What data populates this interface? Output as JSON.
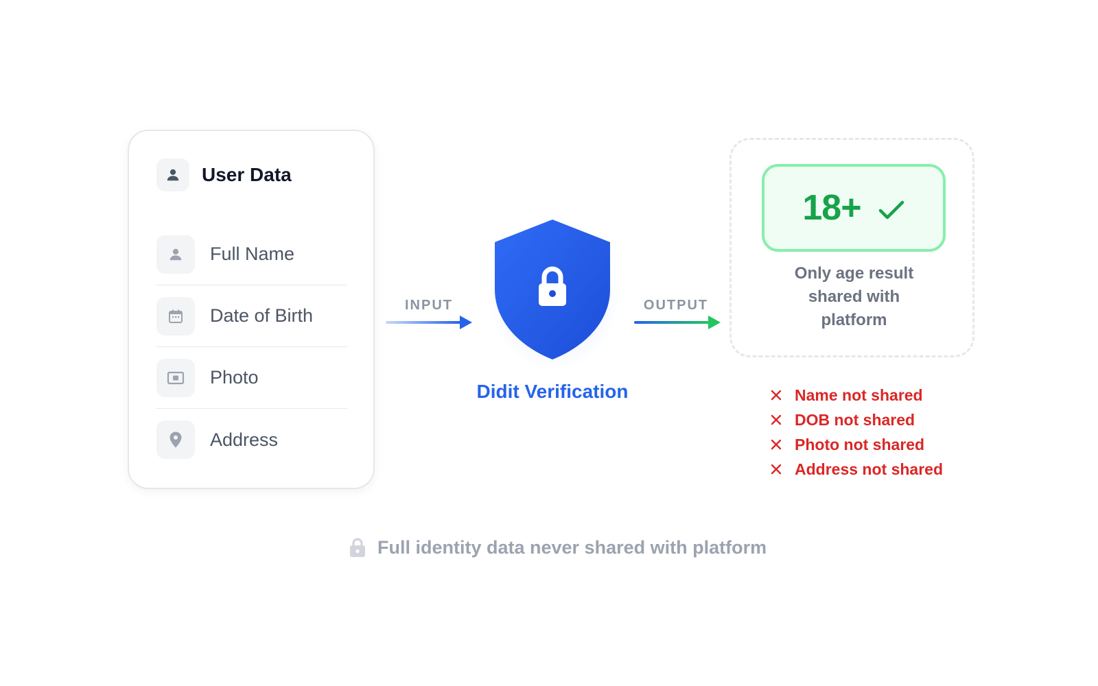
{
  "user_card": {
    "title": "User Data",
    "title_icon": "user-icon",
    "rows": [
      {
        "label": "Full Name",
        "icon": "user-icon"
      },
      {
        "label": "Date of Birth",
        "icon": "calendar-icon"
      },
      {
        "label": "Photo",
        "icon": "photo-id-icon"
      },
      {
        "label": "Address",
        "icon": "map-pin-icon"
      }
    ]
  },
  "flow": {
    "input_label": "INPUT",
    "output_label": "OUTPUT"
  },
  "verifier": {
    "label": "Didit Verification",
    "icon": "shield-lock-icon"
  },
  "output": {
    "result": "18+",
    "result_icon": "check-icon",
    "caption_lines": [
      "Only age result",
      "shared with",
      "platform"
    ]
  },
  "not_shared": [
    "Name not shared",
    "DOB not shared",
    "Photo not shared",
    "Address not shared"
  ],
  "footer": {
    "text": "Full identity data never shared with platform",
    "icon": "lock-icon"
  },
  "colors": {
    "primary_blue": "#2563eb",
    "success_green": "#16a34a",
    "danger_red": "#dc2626",
    "muted_gray": "#9ca3af"
  }
}
